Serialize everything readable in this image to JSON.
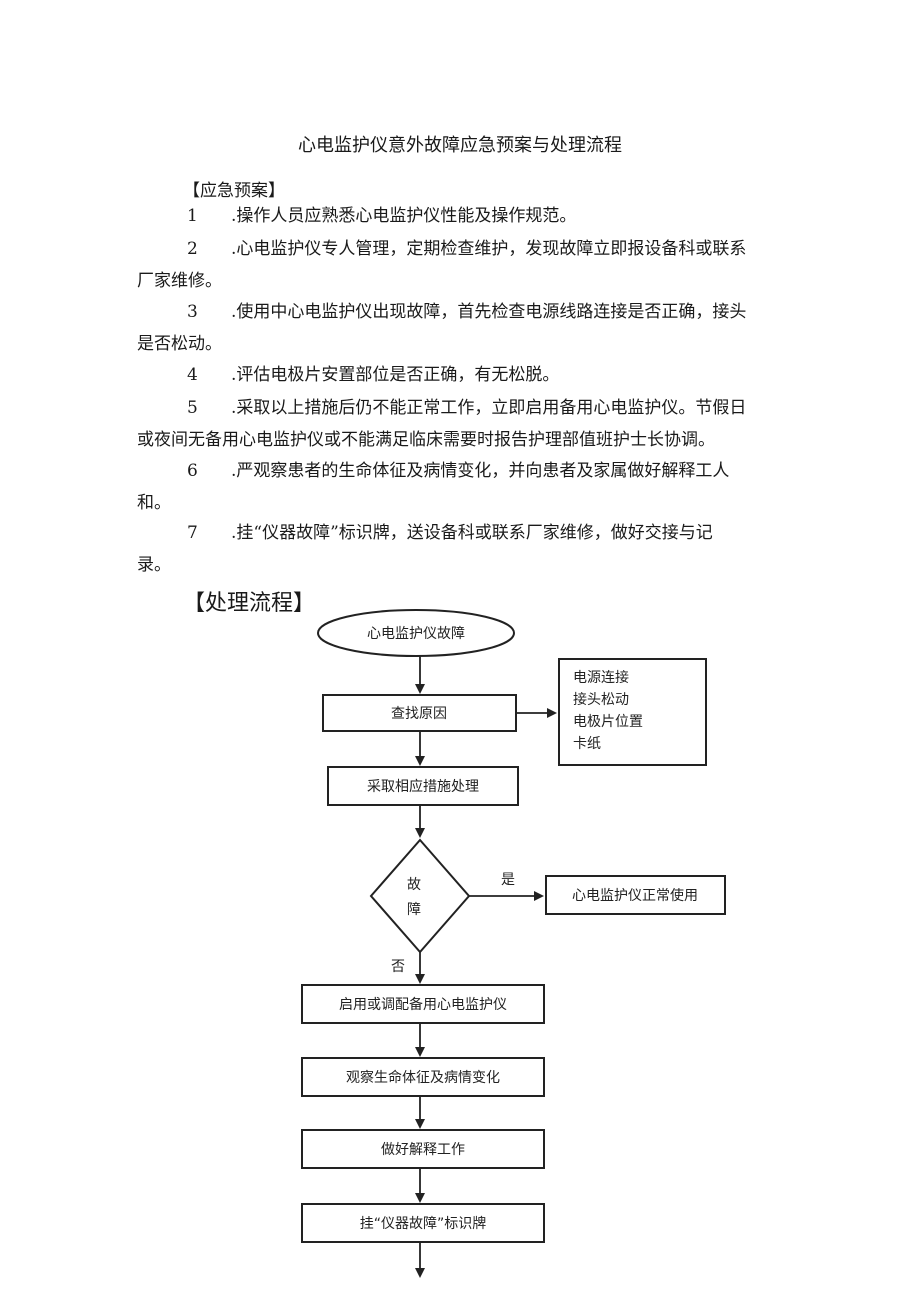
{
  "title": "心电监护仪意外故障应急预案与处理流程",
  "plan_heading": "【应急预案】",
  "items": [
    {
      "num": "1",
      "line1": ".操作人员应熟悉心电监护仪性能及操作规范。",
      "line2": ""
    },
    {
      "num": "2",
      "line1": ".心电监护仪专人管理，定期检查维护，发现故障立即报设备科或联系",
      "line2": "厂家维修。"
    },
    {
      "num": "3",
      "line1": ".使用中心电监护仪出现故障，首先检查电源线路连接是否正确，接头",
      "line2": "是否松动。"
    },
    {
      "num": "4",
      "line1": ".评估电极片安置部位是否正确，有无松脱。",
      "line2": ""
    },
    {
      "num": "5",
      "line1": ".采取以上措施后仍不能正常工作，立即启用备用心电监护仪。节假日",
      "line2": "或夜间无备用心电监护仪或不能满足临床需要时报告护理部值班护士长协调。"
    },
    {
      "num": "6",
      "line1": ".严观察患者的生命体征及病情变化，并向患者及家属做好解释工人",
      "line2": "和。"
    },
    {
      "num": "7",
      "line1": ".挂“仪器故障”标识牌，送设备科或联系厂家维修，做好交接与记",
      "line2": "录。"
    }
  ],
  "flow_heading": "【处理流程】",
  "flow": {
    "start": "心电监护仪故障",
    "find_cause": "查找原因",
    "causes": [
      "电源连接",
      "接头松动",
      "电极片位置",
      "卡纸"
    ],
    "measures": "采取相应措施处理",
    "decision_line1": "故",
    "decision_line2": "障",
    "yes_label": "是",
    "no_label": "否",
    "normal_use": "心电监护仪正常使用",
    "backup": "启用或调配备用心电监护仪",
    "observe": "观察生命体征及病情变化",
    "explain": "做好解释工作",
    "tag": "挂“仪器故障”标识牌"
  }
}
